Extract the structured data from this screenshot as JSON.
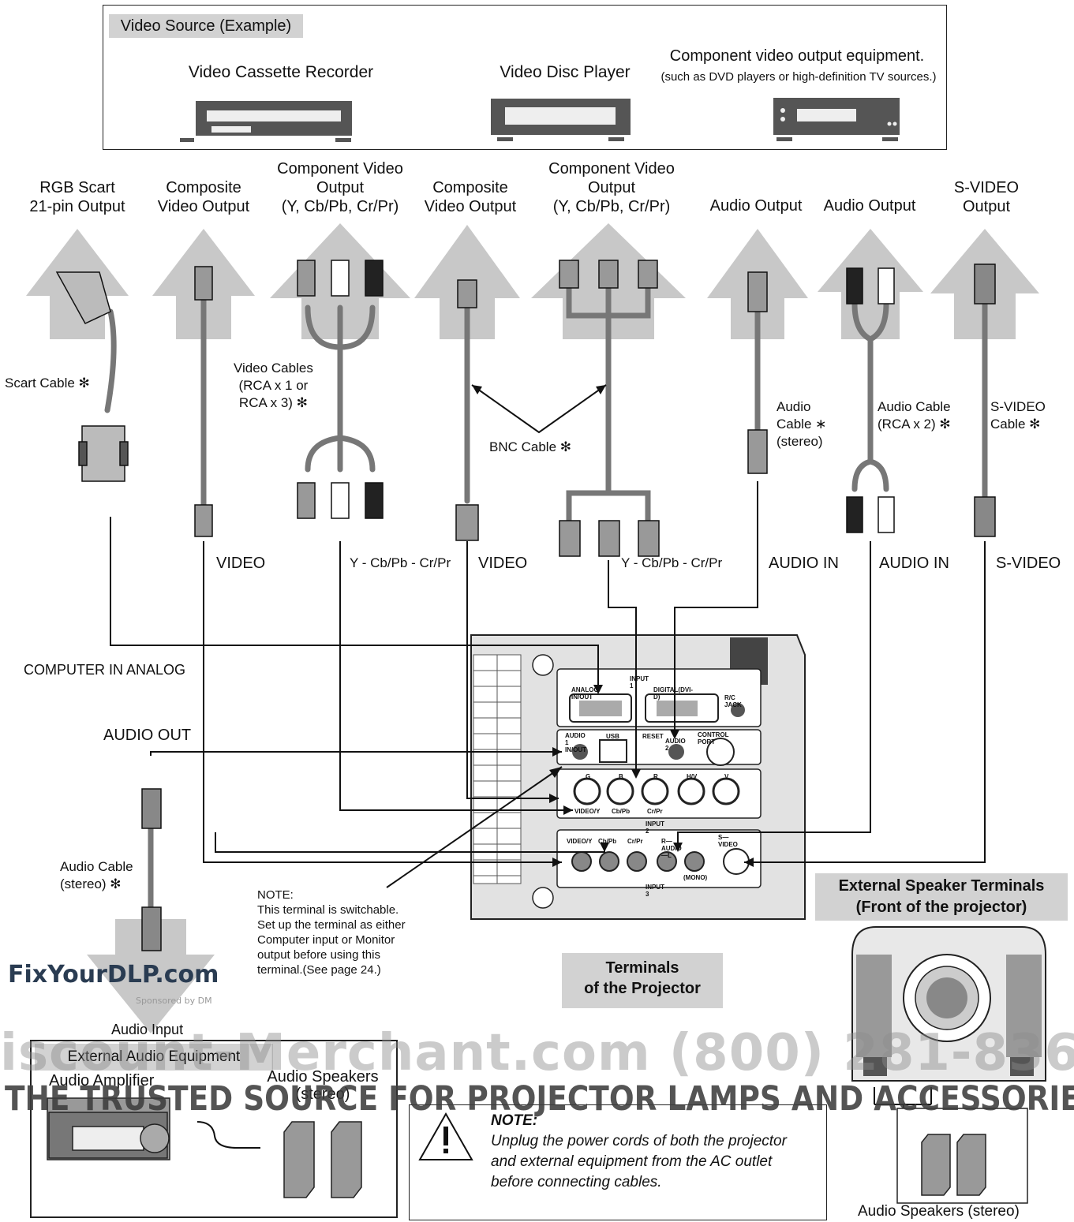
{
  "video_source": {
    "header": "Video Source (Example)",
    "vcr": "Video Cassette Recorder",
    "disc": "Video Disc Player",
    "component_title": "Component video output equipment.",
    "component_sub": "(such as DVD players or high-definition TV sources.)"
  },
  "outputs": {
    "rgb_scart": [
      "RGB Scart",
      "21-pin Output"
    ],
    "composite1": [
      "Composite",
      "Video Output"
    ],
    "component1": [
      "Component Video",
      "Output",
      "(Y, Cb/Pb, Cr/Pr)"
    ],
    "composite2": [
      "Composite",
      "Video Output"
    ],
    "component2": [
      "Component Video",
      "Output",
      "(Y, Cb/Pb, Cr/Pr)"
    ],
    "audio1": "Audio Output",
    "audio2": "Audio Output",
    "svideo": [
      "S-VIDEO",
      "Output"
    ]
  },
  "cables": {
    "scart": "Scart Cable ✻",
    "video": [
      "Video Cables",
      "(RCA x 1 or",
      "RCA x 3) ✻"
    ],
    "bnc": "BNC Cable ✻",
    "audio_stereo": [
      "Audio",
      "Cable ∗",
      "(stereo)"
    ],
    "audio_rca": [
      "Audio Cable",
      "(RCA x 2) ✻"
    ],
    "svideo": [
      "S-VIDEO",
      "Cable ✻"
    ],
    "audio_out_cable": [
      "Audio Cable",
      "(stereo) ✻"
    ]
  },
  "inputs": {
    "video1": "VIDEO",
    "ycbcr1": "Y - Cb/Pb - Cr/Pr",
    "video2": "VIDEO",
    "ycbcr2": "Y - Cb/Pb - Cr/Pr",
    "audio_in1": "AUDIO IN",
    "audio_in2": "AUDIO IN",
    "svideo": "S-VIDEO",
    "computer_in": "COMPUTER IN ANALOG",
    "audio_out": "AUDIO OUT",
    "audio_input": "Audio Input"
  },
  "panel": {
    "input1": "INPUT 1",
    "analog": "ANALOG IN/OUT",
    "digital": "DIGITAL(DVI-D)",
    "rc_jack": "R/C JACK",
    "audio1": [
      "AUDIO 1",
      "IN/OUT"
    ],
    "usb": "USB",
    "reset": "RESET",
    "audio2": "AUDIO 2",
    "control": "CONTROL PORT",
    "g": "G",
    "b": "B",
    "r": "R",
    "hv": "H/V",
    "v": "V",
    "video_y": "VIDEO/Y",
    "cbpb": "Cb/Pb",
    "crpr": "Cr/Pr",
    "input2": "INPUT 2",
    "video_y3": "VIDEO/Y",
    "cbpb3": "Cb/Pb",
    "crpr3": "Cr/Pr",
    "r_audio_l": "R—AUDIO—L",
    "svideo3": "S—VIDEO",
    "mono": "(MONO)",
    "input3": "INPUT 3"
  },
  "note_switch": [
    "NOTE:",
    "This terminal is switchable.",
    "Set up the terminal as either",
    "Computer input or Monitor",
    "output before using this",
    "terminal.(See page 24.)"
  ],
  "terminals_label": [
    "Terminals",
    "of the Projector"
  ],
  "speaker_label": [
    "External Speaker Terminals",
    "(Front of the projector)"
  ],
  "external_audio": {
    "header": "External Audio Equipment",
    "amplifier": "Audio Amplifier",
    "speakers": [
      "Audio Speakers",
      "(stereo)"
    ]
  },
  "note_power": {
    "title": "NOTE:",
    "lines": [
      "Unplug the power cords of both the projector",
      "and external equipment from the AC outlet",
      "before connecting cables."
    ]
  },
  "speakers_bottom": "Audio Speakers (stereo)",
  "watermark": {
    "logo": "FixYourDLP.com",
    "sponsored": "Sponsored by DM",
    "big": "iscount-Merchant.com (800) 281-836",
    "trusted": "THE TRUSTED SOURCE FOR PROJECTOR LAMPS AND ACCESSORIES"
  },
  "colors": {
    "arrow": "#c8c8c8",
    "panel": "#e2e2e2",
    "label_bg": "#d2d2d2",
    "dark": "#222222"
  }
}
